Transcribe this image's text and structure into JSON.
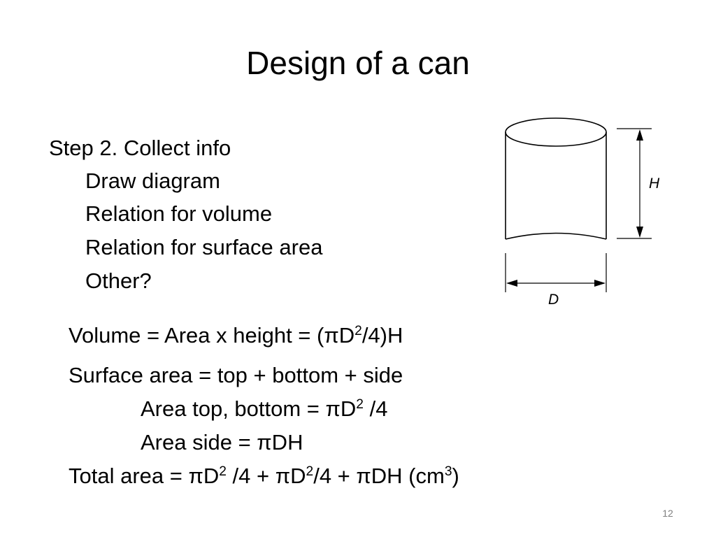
{
  "slide": {
    "title": "Design of a can",
    "page_number": "12"
  },
  "steps": {
    "heading": "Step 2. Collect info",
    "items": [
      "Draw diagram",
      "Relation for volume",
      "Relation for surface area",
      "Other?"
    ]
  },
  "diagram": {
    "height_label": "H",
    "diameter_label": "D"
  },
  "equations": {
    "volume": {
      "a": "Volume = Area x height =  (πD",
      "exp": "2",
      "b": "/4)H"
    },
    "surface_area": "Surface area = top + bottom + side",
    "area_top_bottom": {
      "a": "Area top, bottom =  πD",
      "exp": "2",
      "b": " /4"
    },
    "area_side": "Area side = πDH",
    "total_area": {
      "a": "Total area =  πD",
      "exp1": "2",
      "b": " /4 + πD",
      "exp2": "2",
      "c": "/4 + πDH (cm",
      "exp3": "3",
      "d": ")"
    }
  }
}
